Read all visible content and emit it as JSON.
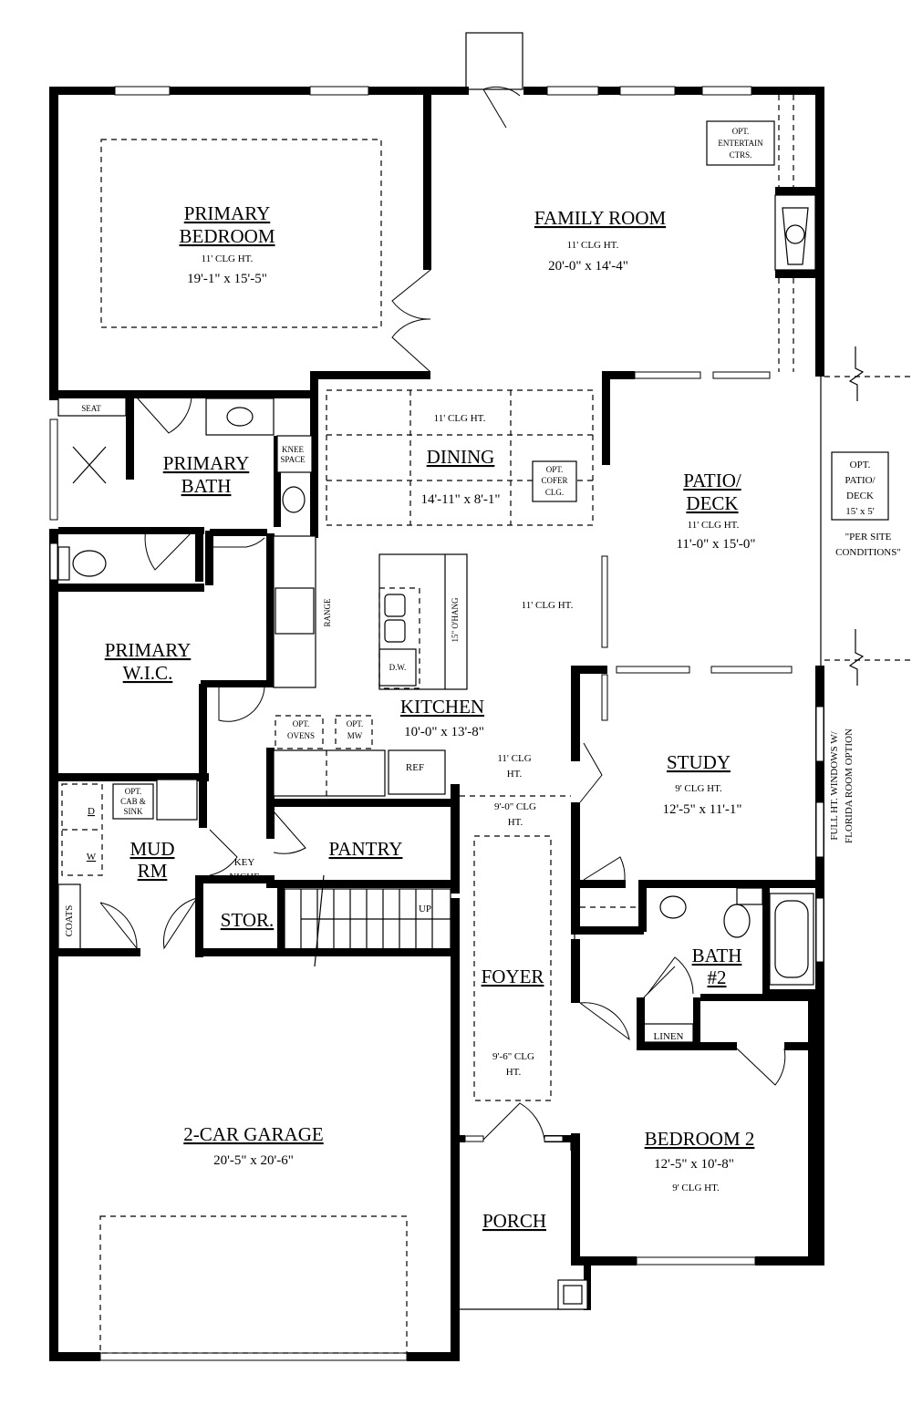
{
  "rooms": {
    "primary_bedroom": {
      "name1": "PRIMARY",
      "name2": "BEDROOM",
      "clg": "11' CLG HT.",
      "dim": "19'-1\" x 15'-5\""
    },
    "family_room": {
      "name": "FAMILY ROOM",
      "clg": "11' CLG HT.",
      "dim": "20'-0\" x 14'-4\""
    },
    "opt_entertain": {
      "l1": "OPT.",
      "l2": "ENTERTAIN",
      "l3": "CTRS."
    },
    "seat": "SEAT",
    "primary_bath": {
      "name1": "PRIMARY",
      "name2": "BATH"
    },
    "knee_space": {
      "l1": "KNEE",
      "l2": "SPACE"
    },
    "dining": {
      "name": "DINING",
      "clg": "11' CLG HT.",
      "dim": "14'-11\" x 8'-1\""
    },
    "opt_cofer": {
      "l1": "OPT.",
      "l2": "COFER",
      "l3": "CLG."
    },
    "patio": {
      "name1": "PATIO/",
      "name2": "DECK",
      "clg": "11' CLG HT.",
      "dim": "11'-0\" x 15'-0\""
    },
    "opt_patio": {
      "l1": "OPT.",
      "l2": "PATIO/",
      "l3": "DECK",
      "l4": "15' x 5'"
    },
    "per_site": {
      "l1": "\"PER SITE",
      "l2": "CONDITIONS\""
    },
    "range": "RANGE",
    "overhang": "15\" O'HANG",
    "dw": "D.W.",
    "kitchen_area_clg": "11' CLG HT.",
    "primary_wic": {
      "name1": "PRIMARY",
      "name2": "W.I.C."
    },
    "kitchen": {
      "name": "KITCHEN",
      "dim": "10'-0\" x 13'-8\""
    },
    "opt_ovens": {
      "l1": "OPT.",
      "l2": "OVENS"
    },
    "opt_mw": {
      "l1": "OPT.",
      "l2": "MW"
    },
    "ref": "REF",
    "hall_clg_1": {
      "l1": "11' CLG",
      "l2": "HT."
    },
    "hall_clg_2": {
      "l1": "9'-0\" CLG",
      "l2": "HT."
    },
    "study": {
      "name": "STUDY",
      "clg": "9' CLG HT.",
      "dim": "12'-5\" x 11'-1\""
    },
    "full_ht_windows": {
      "l1": "FULL HT. WINDOWS W/",
      "l2": "FLORIDA ROOM OPTION"
    },
    "d": "D",
    "w": "W",
    "opt_cab_sink": {
      "l1": "OPT.",
      "l2": "CAB &",
      "l3": "SINK"
    },
    "mud_rm": {
      "name1": "MUD",
      "name2": "RM"
    },
    "key_niche": {
      "l1": "KEY",
      "l2": "NICHE"
    },
    "pantry": "PANTRY",
    "coats": "COATS",
    "stor": "STOR.",
    "up": "UP",
    "foyer": {
      "name": "FOYER",
      "clg1": "9'-6\" CLG",
      "clg2": "HT."
    },
    "bath2": {
      "name1": "BATH",
      "name2": "#2"
    },
    "linen": "LINEN",
    "bedroom2": {
      "name": "BEDROOM 2",
      "dim": "12'-5\" x 10'-8\"",
      "clg": "9' CLG HT."
    },
    "garage": {
      "name": "2-CAR GARAGE",
      "dim": "20'-5\" x 20'-6\""
    },
    "porch": "PORCH"
  }
}
